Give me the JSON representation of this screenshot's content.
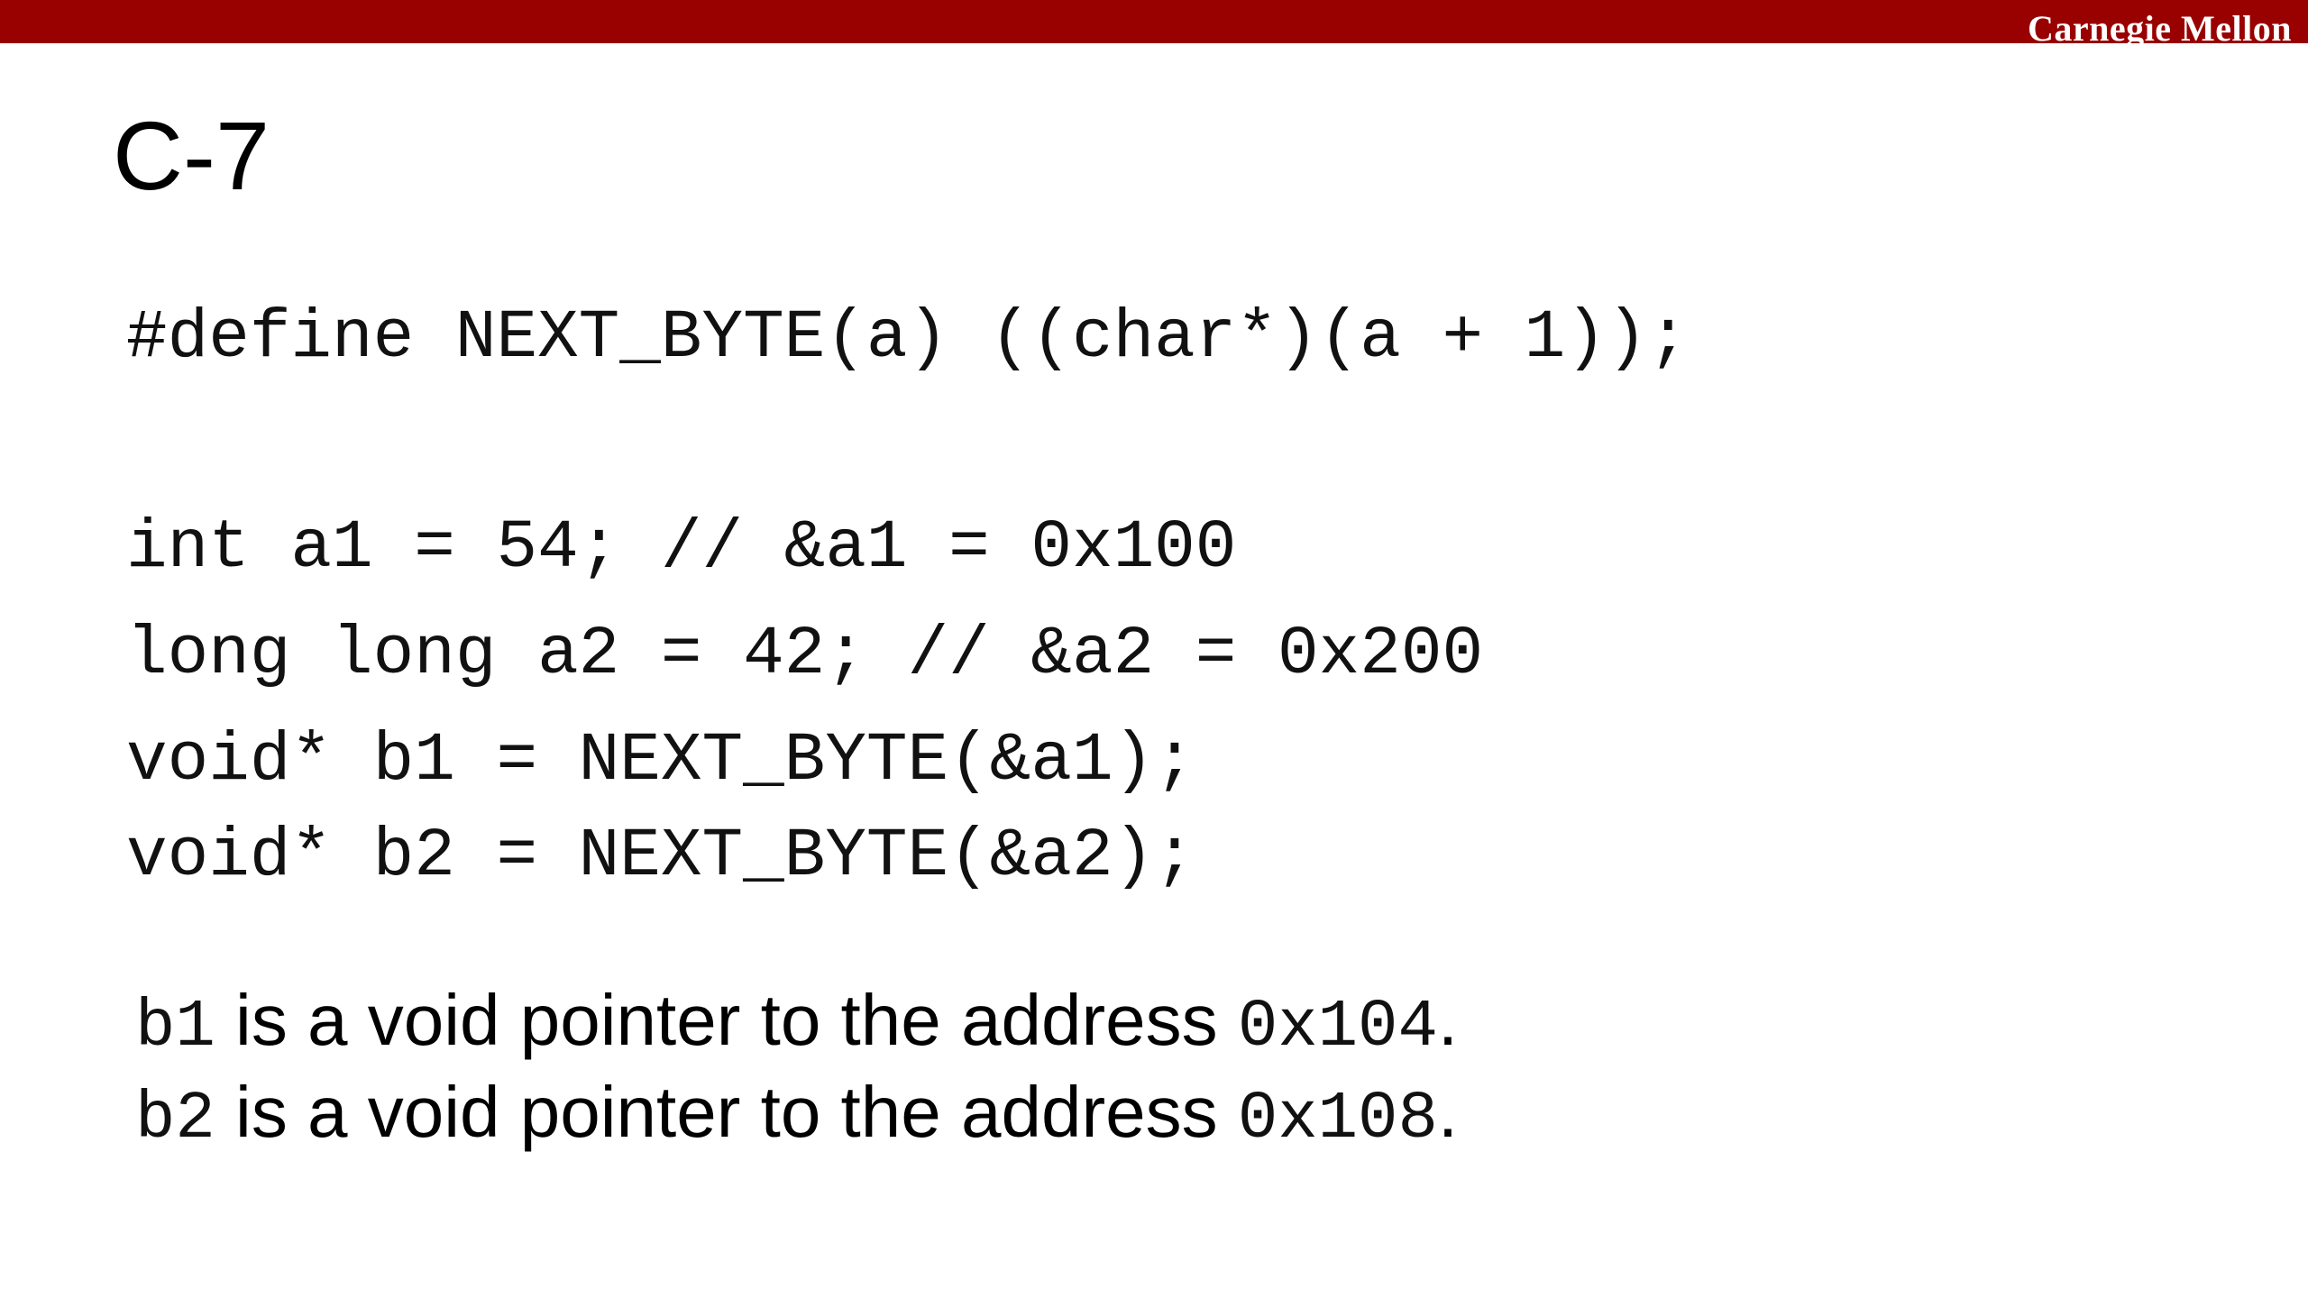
{
  "header": {
    "brand": "Carnegie Mellon",
    "bar_color": "#990000"
  },
  "slide": {
    "title": "C-7"
  },
  "code": {
    "define": "#define NEXT_BYTE(a) ((char*)(a + 1));",
    "line_int": "int a1 = 54; // &a1 = 0x100",
    "line_long": "long long a2 = 42; // &a2 = 0x200",
    "line_b1": "void* b1 = NEXT_BYTE(&a1);",
    "line_b2": "void* b2 = NEXT_BYTE(&a2);"
  },
  "answers": [
    {
      "var": "b1",
      "text": " is a void pointer to the address ",
      "address": "0x104",
      "end": "."
    },
    {
      "var": "b2",
      "text": " is a void pointer to the address ",
      "address": "0x108",
      "end": "."
    }
  ]
}
